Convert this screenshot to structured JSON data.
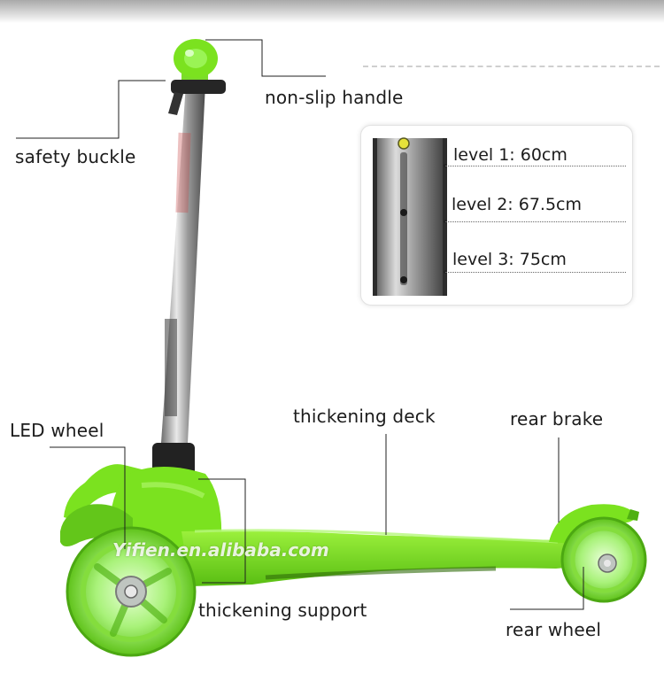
{
  "labels": {
    "non_slip_handle": "non-slip handle",
    "safety_buckle": "safety buckle",
    "led_wheel": "LED wheel",
    "thickening_deck": "thickening deck",
    "rear_brake": "rear brake",
    "thickening_support": "thickening support",
    "rear_wheel": "rear wheel"
  },
  "levels": {
    "level_1": "level 1: 60cm",
    "level_2": "level 2: 67.5cm",
    "level_3": "level 3: 75cm"
  },
  "watermark": "Yifien.en.alibaba.com",
  "colors": {
    "scooter_green": "#7be21f",
    "scooter_dark_green": "#4fb012",
    "pole_silver": "#b8b8b8",
    "text": "#1c1c1c"
  }
}
